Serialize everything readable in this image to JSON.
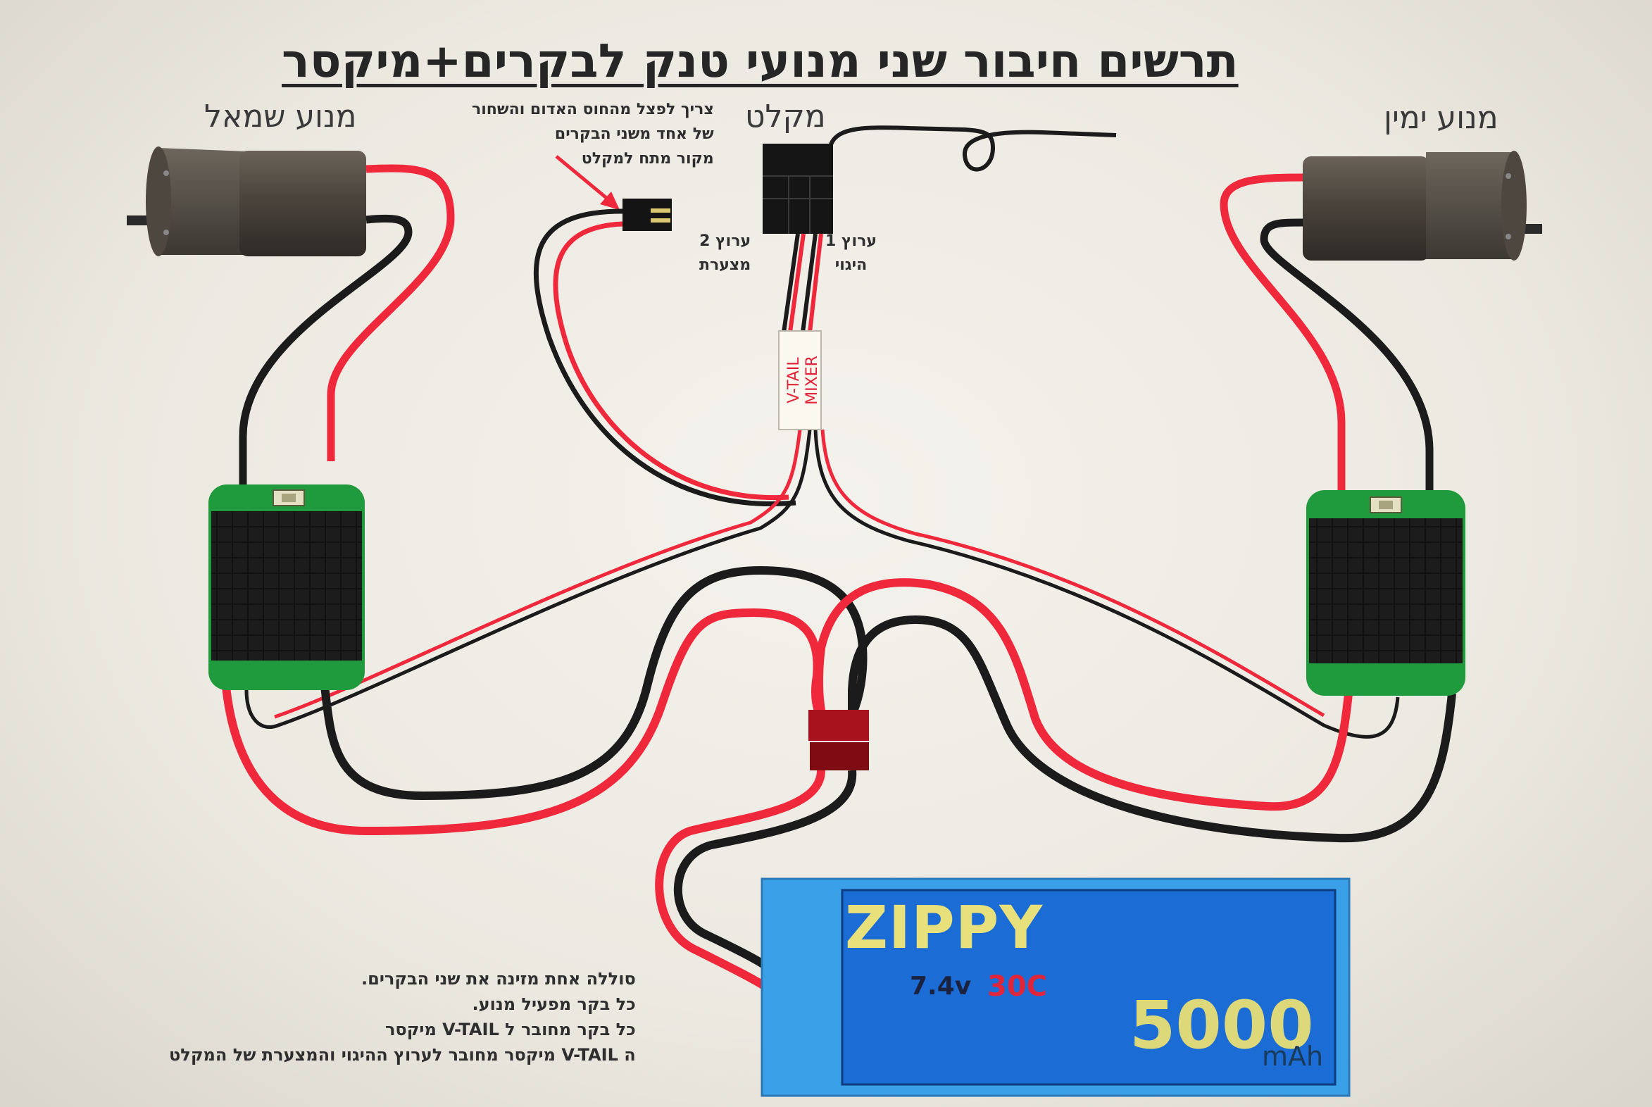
{
  "title": "תרשים חיבור שני מנועי טנק לבקרים+מיקסר",
  "labels": {
    "left_motor": "מנוע שמאל",
    "right_motor": "מנוע ימין",
    "receiver": "מקלט",
    "channel_1": "ערוץ 1\nהיגוי",
    "channel_2": "ערוץ 2\nמצערת",
    "mixer": "V-TAIL\nMIXER"
  },
  "note_top": "צריך לפצל מהחוס האדום והשחור\nשל אחד משני הבקרים\nמקור מתח למקלט",
  "footer_notes": "סוללה אחת מזינה את שני הבקרים.\nכל בקר מפעיל מנוע.\nכל בקר מחובר ל V-TAIL מיקסר\nה V-TAIL מיקסר מחובר לערוץ ההיגוי והמצערת של המקלט",
  "battery": {
    "brand": "ZIPPY",
    "voltage": "7.4v",
    "c_rating": "30C",
    "capacity": "5000",
    "unit": "mAh"
  },
  "colors": {
    "wire_red": "#f0283c",
    "wire_black": "#1b1b1b",
    "esc_green": "#1f9a3c",
    "battery_blue": "#3aa0e8",
    "battery_inner": "#1c6cd6",
    "connector": "#a8121c"
  }
}
